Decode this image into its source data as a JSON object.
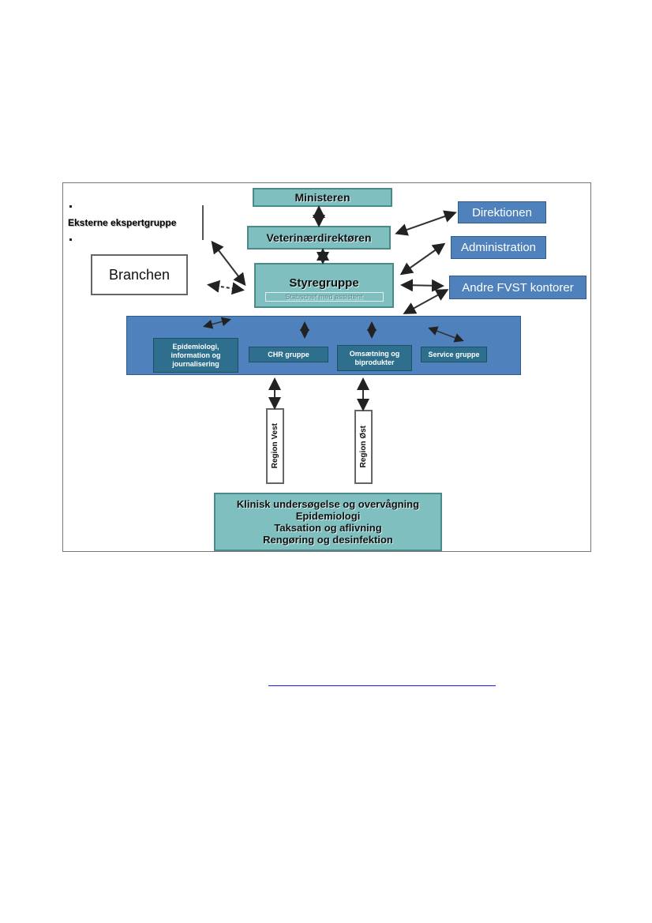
{
  "diagram": {
    "ministeren": "Ministeren",
    "veterinaerdirektoren": "Veterinærdirektøren",
    "eksterne": "Eksterne ekspertgruppe",
    "branchen": "Branchen",
    "styregruppe": "Styregruppe",
    "stabschef": "Stabschef med assistent",
    "direktionen": "Direktionen",
    "administration": "Administration",
    "andre_fvst": "Andre FVST kontorer",
    "groups": {
      "epidemiologi": "Epidemiologi, information og journalisering",
      "chr": "CHR gruppe",
      "omsaetning": "Omsætning og biprodukter",
      "service": "Service gruppe"
    },
    "region_vest": "Region Vest",
    "region_ost": "Region Øst",
    "bottom": {
      "line1": "Klinisk undersøgelse og overvågning",
      "line2": "Epidemiologi",
      "line3": "Taksation og aflivning",
      "line4": "Rengøring og desinfektion"
    }
  },
  "colors": {
    "teal": "#7fbfbf",
    "blue": "#4f81bd",
    "dark_blue": "#2e6f8e"
  }
}
